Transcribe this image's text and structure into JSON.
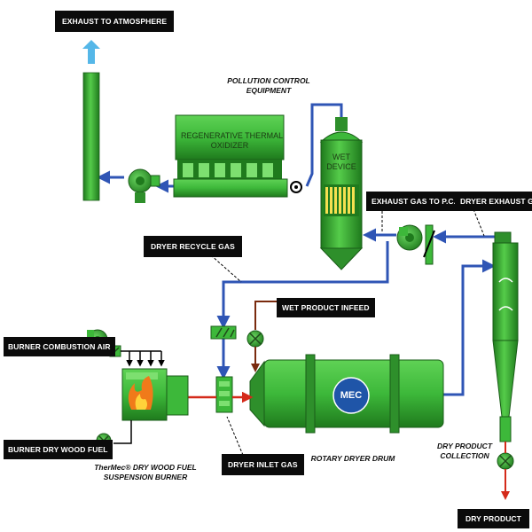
{
  "labels": {
    "exhaust_atmosphere": "EXHAUST TO ATMOSPHERE",
    "pollution_control": "POLLUTION CONTROL EQUIPMENT",
    "rto_line1": "REGENERATIVE THERMAL",
    "rto_line2": "OXIDIZER",
    "wet_device_line1": "WET",
    "wet_device_line2": "DEVICE",
    "exhaust_pcd": "EXHAUST GAS TO P.C.D",
    "dryer_exhaust": "DRYER EXHAUST GAS",
    "dryer_recycle": "DRYER RECYCLE GAS",
    "wet_product_infeed": "WET PRODUCT INFEED",
    "burner_combustion_air": "BURNER COMBUSTION AIR",
    "burner_dry_wood_fuel": "BURNER DRY WOOD FUEL",
    "thermec_line1": "TherMec® DRY WOOD FUEL",
    "thermec_line2": "SUSPENSION BURNER",
    "dryer_inlet_gas": "DRYER INLET GAS",
    "rotary_dryer_drum": "ROTARY DRYER DRUM",
    "dry_product_collection_line1": "DRY PRODUCT",
    "dry_product_collection_line2": "COLLECTION",
    "dry_product": "DRY PRODUCT",
    "logo": "MEC"
  },
  "colors": {
    "equipment_green": "#3db83a",
    "equipment_dark": "#1f7a1d",
    "gas_duct_blue": "#2f55b5",
    "hot_gas_red": "#d42a1a",
    "product_brown": "#7a2a0e",
    "exhaust_arrow": "#55b7e8",
    "label_bg": "#0b0b0b"
  }
}
